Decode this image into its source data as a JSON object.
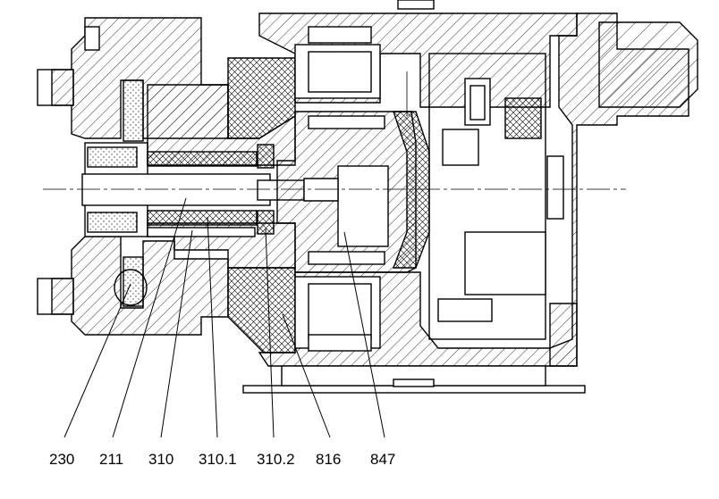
{
  "drawing": {
    "callouts": [
      {
        "id": "c230",
        "label": "230"
      },
      {
        "id": "c211",
        "label": "211"
      },
      {
        "id": "c310",
        "label": "310"
      },
      {
        "id": "c310_1",
        "label": "310.1"
      },
      {
        "id": "c310_2",
        "label": "310.2"
      },
      {
        "id": "c816",
        "label": "816"
      },
      {
        "id": "c847",
        "label": "847"
      }
    ]
  }
}
